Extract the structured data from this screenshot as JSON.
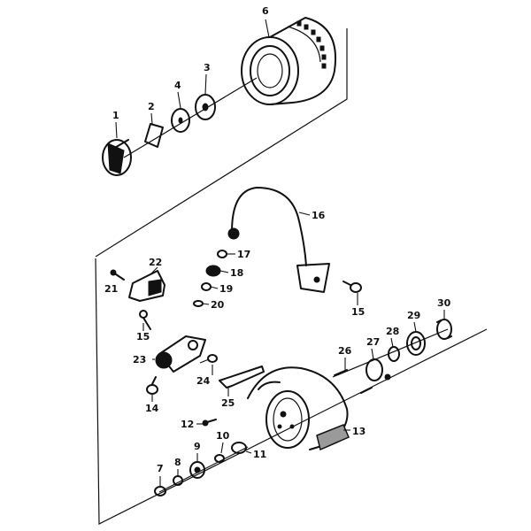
{
  "parts": [
    {
      "id": "1",
      "label": "1"
    },
    {
      "id": "2",
      "label": "2"
    },
    {
      "id": "3",
      "label": "3"
    },
    {
      "id": "4",
      "label": "4"
    },
    {
      "id": "6",
      "label": "6"
    },
    {
      "id": "7",
      "label": "7"
    },
    {
      "id": "8",
      "label": "8"
    },
    {
      "id": "9",
      "label": "9"
    },
    {
      "id": "10",
      "label": "10"
    },
    {
      "id": "11",
      "label": "11"
    },
    {
      "id": "12",
      "label": "12"
    },
    {
      "id": "13",
      "label": "13"
    },
    {
      "id": "14",
      "label": "14"
    },
    {
      "id": "15a",
      "label": "15"
    },
    {
      "id": "15b",
      "label": "15"
    },
    {
      "id": "16",
      "label": "16"
    },
    {
      "id": "17",
      "label": "17"
    },
    {
      "id": "18",
      "label": "18"
    },
    {
      "id": "19",
      "label": "19"
    },
    {
      "id": "20",
      "label": "20"
    },
    {
      "id": "21",
      "label": "21"
    },
    {
      "id": "22",
      "label": "22"
    },
    {
      "id": "23",
      "label": "23"
    },
    {
      "id": "24",
      "label": "24"
    },
    {
      "id": "25",
      "label": "25"
    },
    {
      "id": "26",
      "label": "26"
    },
    {
      "id": "27",
      "label": "27"
    },
    {
      "id": "28",
      "label": "28"
    },
    {
      "id": "29",
      "label": "29"
    },
    {
      "id": "30",
      "label": "30"
    }
  ]
}
